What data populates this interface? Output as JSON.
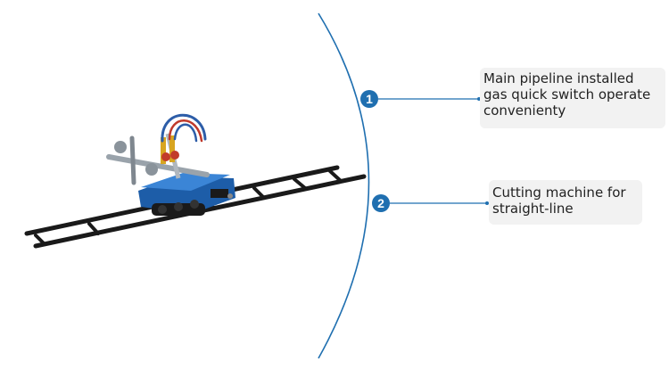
{
  "colors": {
    "arc": "#1f6fb0",
    "marker_fill": "#1f6fb0",
    "marker_text": "#ffffff",
    "callout_bg": "#f2f2f2",
    "machine_body": "#2a6fc0",
    "rail": "#1a1a1a"
  },
  "callouts": [
    {
      "number": "1",
      "lines": [
        "Main pipeline installed",
        "gas quick switch operate",
        "convenienty"
      ]
    },
    {
      "number": "2",
      "lines": [
        "Cutting machine for",
        "straight-line"
      ]
    }
  ],
  "image": {
    "subject": "cutting-machine-on-rail"
  }
}
